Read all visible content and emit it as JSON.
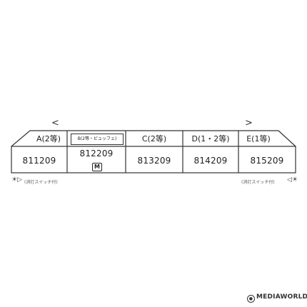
{
  "nav": {
    "prev_symbol": "<",
    "next_symbol": ">"
  },
  "cars": [
    {
      "label": "A(2等)",
      "number": "811209"
    },
    {
      "label": "B(2等・ビュッフェ)",
      "number": "812209",
      "motor_badge": "M"
    },
    {
      "label": "C(2等)",
      "number": "813209"
    },
    {
      "label": "D(1・2等)",
      "number": "814209"
    },
    {
      "label": "E(1等)",
      "number": "815209"
    }
  ],
  "notes": {
    "left_switch": "(消灯スイッチ付)",
    "right_switch": "(消灯スイッチ付)"
  },
  "watermark": {
    "text": "MEDIAWORLD"
  },
  "colors": {
    "line": "#333333",
    "text": "#222222",
    "background": "#ffffff"
  }
}
